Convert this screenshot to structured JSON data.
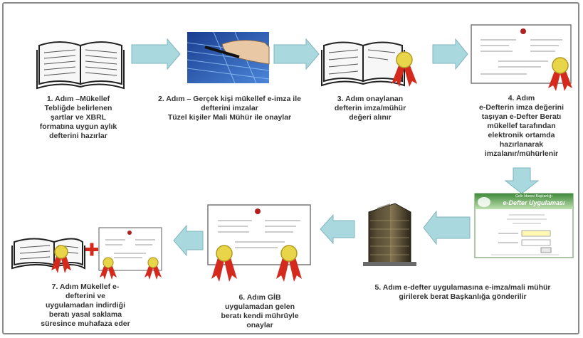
{
  "steps": [
    {
      "id": 1,
      "lines": [
        "1. Adım –Mükellef",
        "Tebliğde belirlenen",
        "şartlar ve XBRL",
        "formatına uygun aylık",
        "defterini hazırlar"
      ]
    },
    {
      "id": 2,
      "lines": [
        "2. Adım – Gerçek kişi mükellef e-imza ile",
        "defterini imzalar",
        "Tüzel kişiler Mali Mühür ile onaylar"
      ]
    },
    {
      "id": 3,
      "lines": [
        "3. Adım  onaylanan",
        "defterin imza/mühür",
        "değeri alınır"
      ]
    },
    {
      "id": 4,
      "lines": [
        "4. Adım",
        "e-Defterin imza değerini",
        "taşıyan e-Defter Beratı",
        "mükellef tarafından",
        "elektronik ortamda",
        "hazırlanarak",
        "imzalanır/mühürlenir"
      ]
    },
    {
      "id": 5,
      "lines": [
        "5. Adım e-defter uygulamasına e-imza/mali mühür",
        "girilerek  berat Başkanlığa gönderilir"
      ]
    },
    {
      "id": 6,
      "lines": [
        "6. Adım GİB",
        "uygulamadan gelen",
        "beratı kendi mührüyle",
        "onaylar"
      ]
    },
    {
      "id": 7,
      "lines": [
        "7. Adım Mükellef e-",
        "defterini ve",
        "uygulamadan indirdiği",
        "beratı yasal saklama",
        "süresince muhafaza eder"
      ]
    }
  ],
  "screen": {
    "banner": "e-Defter Uygulaması",
    "subtitle": "Gelir İdaresi Başkanlığı"
  },
  "colors": {
    "arrow": "#a9d8de",
    "arrow_stroke": "#7fb6bf",
    "seal": "#d42a1e",
    "plus": "#d42a1e"
  }
}
